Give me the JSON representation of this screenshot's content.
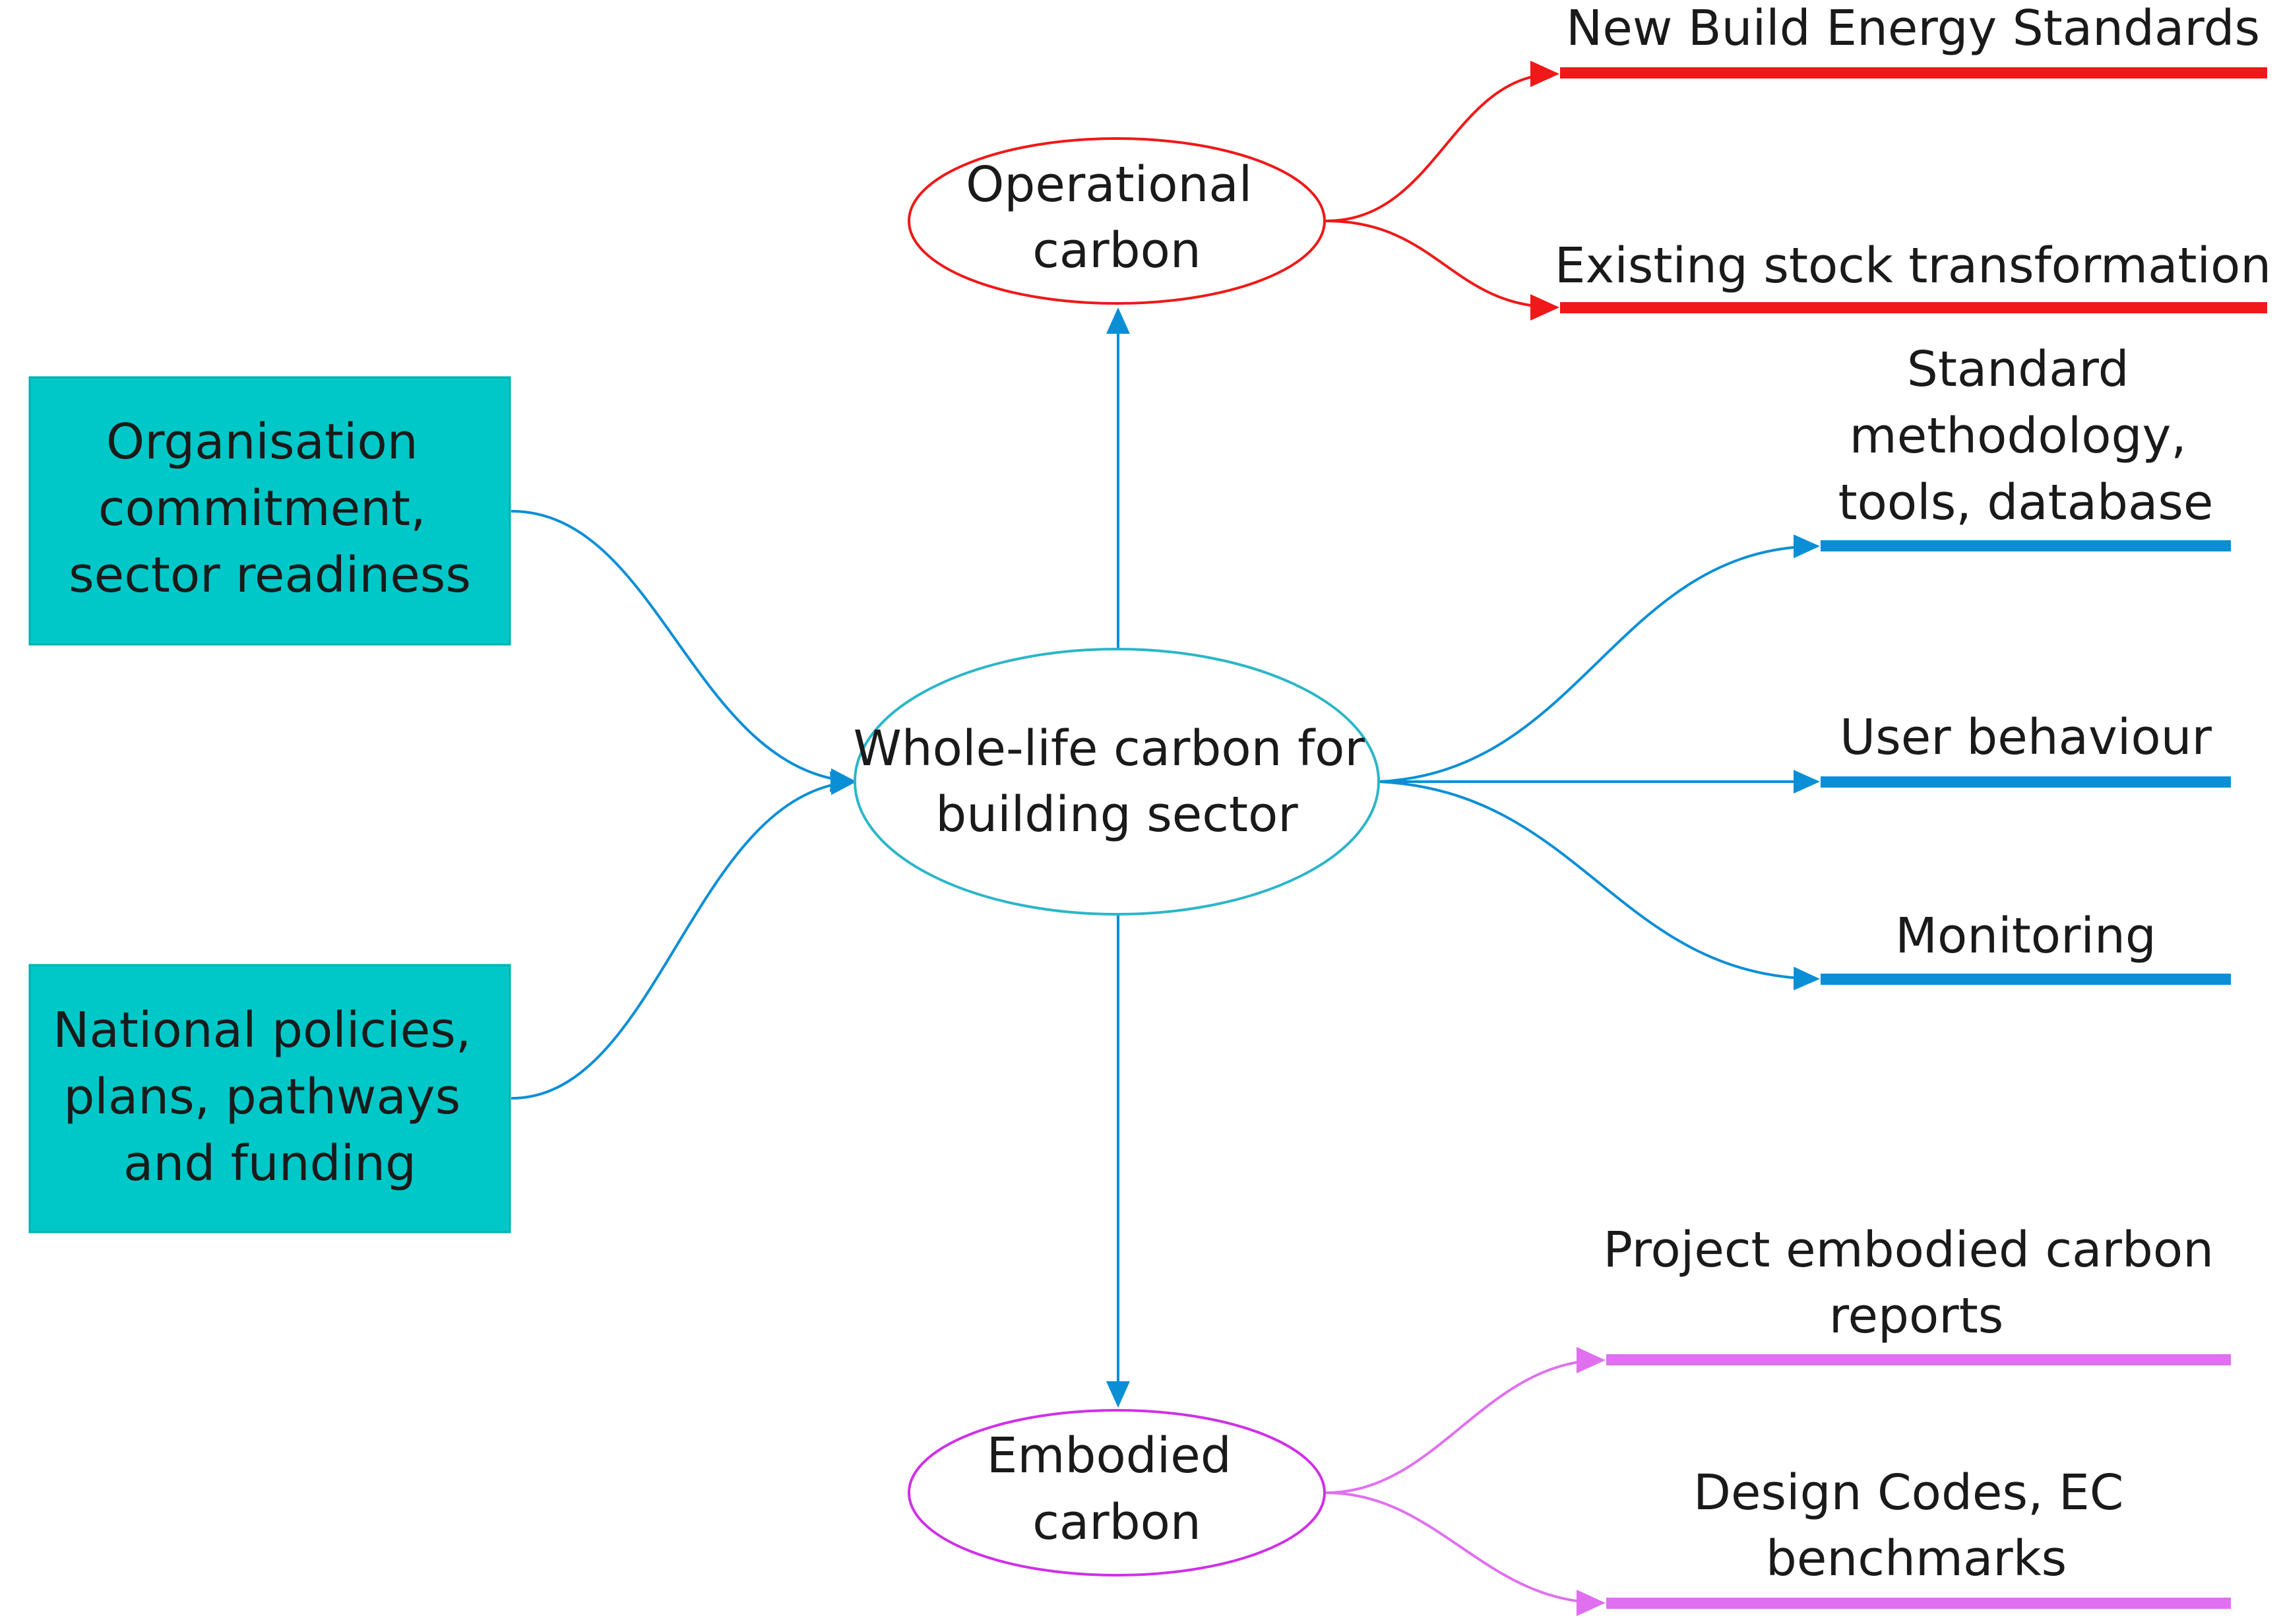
{
  "center": {
    "line1": "Whole-life carbon for",
    "line2": "building sector"
  },
  "inputs": [
    {
      "lines": [
        "Organisation",
        "commitment,",
        "sector readiness"
      ]
    },
    {
      "lines": [
        "National policies,",
        "plans, pathways",
        "and funding"
      ]
    }
  ],
  "operational": {
    "line1": "Operational",
    "line2": "carbon",
    "branches": [
      {
        "lines": [
          "New Build Energy Standards"
        ]
      },
      {
        "lines": [
          "Existing stock transformation"
        ]
      }
    ]
  },
  "embodied": {
    "line1": "Embodied",
    "line2": "carbon",
    "branches": [
      {
        "lines": [
          "Project embodied carbon",
          "reports"
        ]
      },
      {
        "lines": [
          "Design Codes, EC",
          "benchmarks"
        ]
      }
    ]
  },
  "enablers": [
    {
      "lines": [
        "Standard",
        "methodology,",
        "tools, database"
      ]
    },
    {
      "lines": [
        "User behaviour"
      ]
    },
    {
      "lines": [
        "Monitoring"
      ]
    }
  ],
  "colors": {
    "teal_box": "#00C8C8",
    "blue": "#0A8FD6",
    "red": "#F01818",
    "magenta": "#E070F0",
    "center_stroke": "#2BB6C8"
  }
}
